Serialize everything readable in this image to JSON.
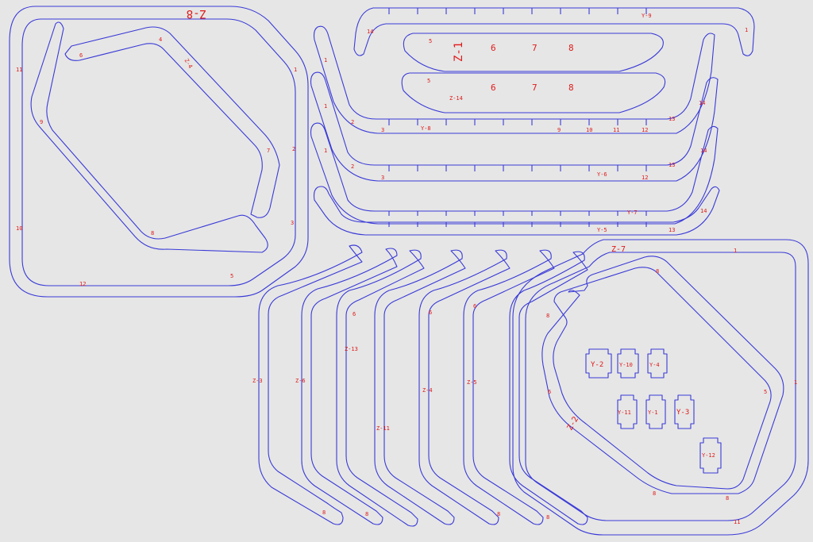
{
  "colors": {
    "background": "#e6e6e6",
    "outline": "#3a3ad8",
    "label": "#e01818"
  },
  "part_labels": {
    "z8": "Z-8",
    "z1": "Z-1",
    "z14": "Z-14",
    "z7": "Z-7",
    "z2": "Z-2",
    "z3": "Z-3",
    "z6": "Z-6",
    "z13": "Z-13",
    "z11": "Z-11",
    "z4": "Z-4",
    "z5": "Z-5",
    "y2": "Y-2",
    "y10": "Y-10",
    "y4": "Y-4",
    "y11": "Y-11",
    "y1": "Y-1",
    "y3": "Y-3",
    "y12": "Y-12",
    "y8": "Y-8",
    "y6": "Y-6",
    "y7": "Y-7",
    "y5": "Y-5",
    "y9": "Y-9"
  },
  "slot_numbers": [
    "1",
    "2",
    "3",
    "4",
    "5",
    "6",
    "7",
    "8",
    "9",
    "10",
    "11",
    "12",
    "13",
    "14"
  ]
}
